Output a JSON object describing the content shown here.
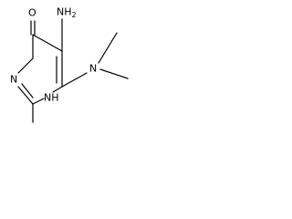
{
  "molecule": {
    "atoms": {
      "oxygen": "O",
      "amino": "NH2",
      "ring_n3": "N",
      "ring_n1": "NH",
      "dimethylamino_n": "N"
    }
  }
}
